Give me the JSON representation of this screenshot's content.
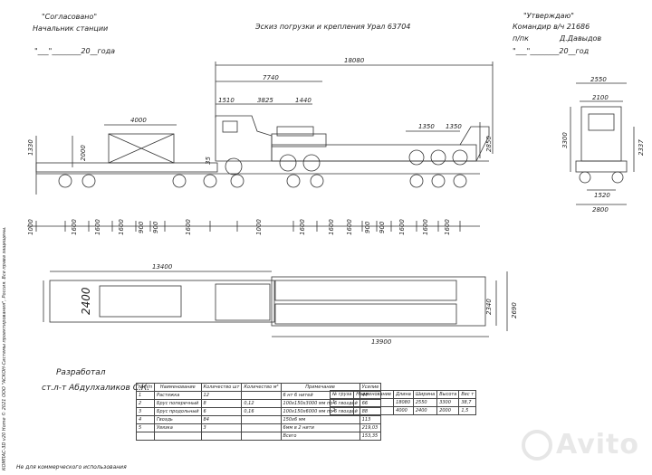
{
  "header": {
    "left_title": "\"Согласовано\"",
    "left_role": "Начальник станции",
    "left_date": "\"___\"________20__года",
    "center_title": "Эскиз погрузки и крепления Урал 63704",
    "right_title": "\"Утверждаю\"",
    "right_role": "Командир в/ч 21686",
    "right_rank": "п/пк",
    "right_name": "Д.Давыдов",
    "right_date": "\"___\"________20__год"
  },
  "side_view_dims": {
    "overall_length": "18080",
    "tractor_length": "7740",
    "d1510": "1510",
    "d3825": "3825",
    "d1440": "1440",
    "cargo_length": "4000",
    "d1330": "1330",
    "d2000": "2000",
    "d1350a": "1350",
    "d1350b": "1350",
    "d2850": "2850",
    "d35": "35"
  },
  "axle_spacing": {
    "items": [
      "1000",
      "1600",
      "1600",
      "1600",
      "900",
      "900",
      "1600",
      "1000",
      "1600",
      "1600",
      "1600",
      "900",
      "900",
      "1600",
      "1600",
      "1600"
    ]
  },
  "front_view_dims": {
    "width_top": "2550",
    "d2100": "2100",
    "d3300": "3300",
    "d2337": "2337",
    "d1520": "1520",
    "d2800": "2800"
  },
  "plan_view_dims": {
    "length_top": "13400",
    "width_left": "2400",
    "length_bottom": "13900",
    "width_right_a": "2340",
    "width_right_b": "2690"
  },
  "author": {
    "label": "Разработал",
    "name": "ст.л-т Абдулхаликов С.К."
  },
  "side_note": "КОМПАС-3D v20 Home © 2021 ООО \"АСКОН-Системы проектирования\", Россия. Все права защищены.",
  "footer_note": "Не для коммерческого использования",
  "watermark": "Avito",
  "fastening_table": {
    "headers": [
      "№ п/п",
      "Наименование",
      "Количество шт",
      "Количество м³",
      "Примечание",
      "Усилие"
    ],
    "rows": [
      [
        "1",
        "Растяжка",
        "12",
        "",
        "6 нт 6 нитей",
        "44"
      ],
      [
        "2",
        "Брус поперечный",
        "8",
        "0,12",
        "100х150х3000 мм по 6 гвоздей",
        "66"
      ],
      [
        "3",
        "Брус продольный",
        "6",
        "0,16",
        "100х150х6000 мм по 6 гвоздей",
        "88"
      ],
      [
        "4",
        "Гвоздь",
        "84",
        "",
        "150х6 мм",
        "113"
      ],
      [
        "5",
        "Увязка",
        "3",
        "",
        "6мм в 2 нити",
        "219,03"
      ],
      [
        "",
        "",
        "",
        "",
        "Всего",
        "153,35"
      ]
    ]
  },
  "gabarit_table": {
    "headers": [
      "№ груза",
      "Наименование",
      "Длина",
      "Ширина",
      "Высота",
      "Вес т"
    ],
    "rows": [
      [
        "1",
        "",
        "18080",
        "2550",
        "3300",
        "38,7"
      ],
      [
        "2",
        "",
        "4000",
        "2400",
        "2000",
        "1,5"
      ]
    ]
  }
}
